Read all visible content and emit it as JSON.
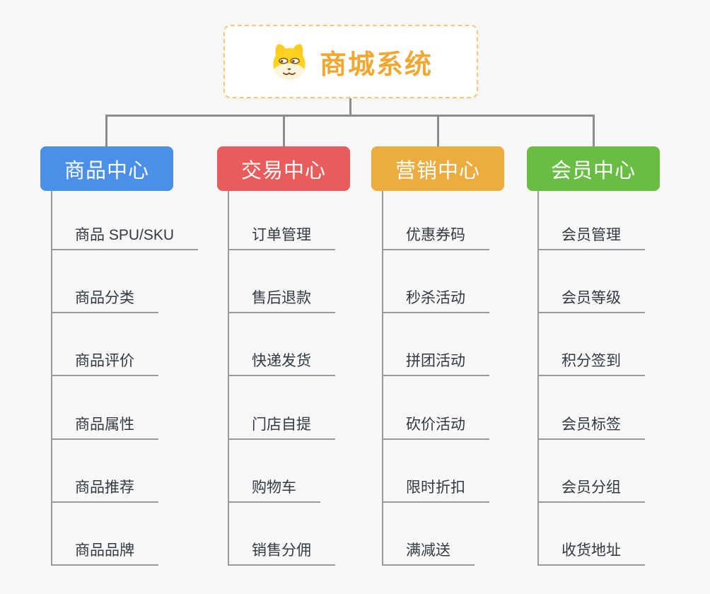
{
  "root": {
    "title": "商城系统",
    "icon": "dog-face-icon",
    "accent_color": "#f0a832",
    "border_color": "#f6c87f"
  },
  "branches": [
    {
      "label": "商品中心",
      "color": "#4a90e8",
      "children": [
        "商品 SPU/SKU",
        "商品分类",
        "商品评价",
        "商品属性",
        "商品推荐",
        "商品品牌"
      ]
    },
    {
      "label": "交易中心",
      "color": "#e85c5c",
      "children": [
        "订单管理",
        "售后退款",
        "快递发货",
        "门店自提",
        "购物车",
        "销售分佣"
      ]
    },
    {
      "label": "营销中心",
      "color": "#ecac3f",
      "children": [
        "优惠券码",
        "秒杀活动",
        "拼团活动",
        "砍价活动",
        "限时折扣",
        "满减送"
      ]
    },
    {
      "label": "会员中心",
      "color": "#6abd44",
      "children": [
        "会员管理",
        "会员等级",
        "积分签到",
        "会员标签",
        "会员分组",
        "收货地址"
      ]
    }
  ],
  "connector_color": "#8c8c8c",
  "leaf_line_color": "#9a9a9a",
  "background_color": "#f8f8f8"
}
